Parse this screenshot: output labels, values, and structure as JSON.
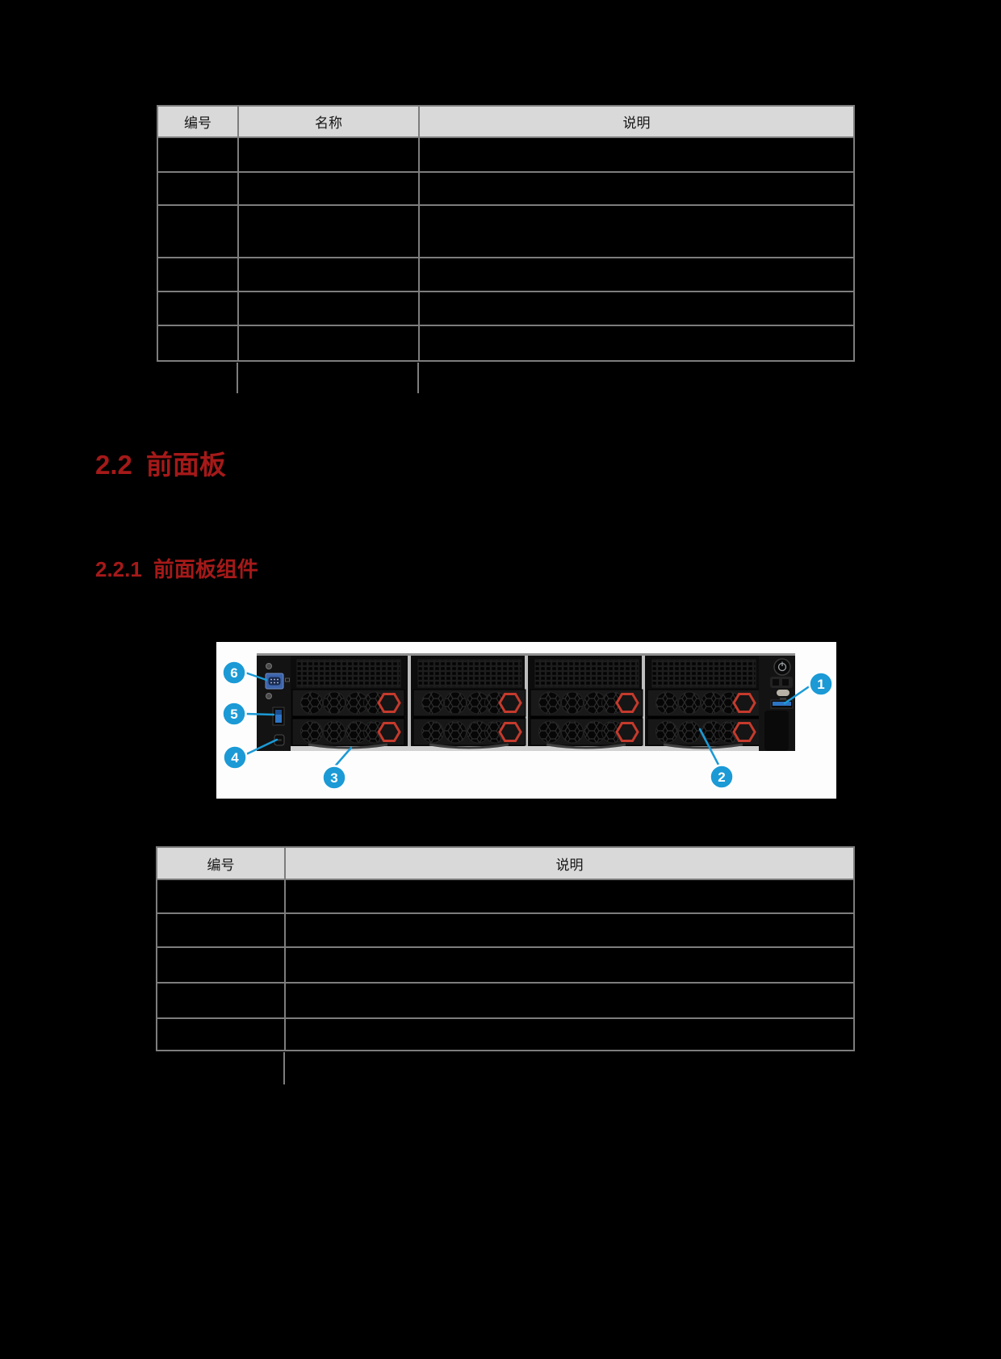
{
  "document": {
    "component_table": {
      "headers": [
        "编号",
        "名称",
        "说明"
      ],
      "rows": [
        [
          "",
          "",
          ""
        ],
        [
          "",
          "",
          ""
        ],
        [
          "",
          "",
          ""
        ],
        [
          "",
          "",
          ""
        ],
        [
          "",
          "",
          ""
        ],
        [
          "",
          "",
          ""
        ]
      ]
    },
    "section_heading": {
      "number": "2.2",
      "title": "前面板"
    },
    "subsection_heading": {
      "number": "2.2.1",
      "title": "前面板组件"
    },
    "front_panel_figure": {
      "description": "2U server front view with 8 drive bays and numbered callouts",
      "callouts": [
        {
          "label": "1"
        },
        {
          "label": "2"
        },
        {
          "label": "3"
        },
        {
          "label": "4"
        },
        {
          "label": "5"
        },
        {
          "label": "6"
        }
      ]
    },
    "front_panel_table": {
      "headers": [
        "编号",
        "说明"
      ],
      "rows": [
        [
          "",
          ""
        ],
        [
          "",
          ""
        ],
        [
          "",
          ""
        ],
        [
          "",
          ""
        ],
        [
          "",
          ""
        ]
      ]
    }
  },
  "colors": {
    "page_background": "#000000",
    "heading_red": "#A51919",
    "table_header_bg": "#D9D9D9",
    "table_border": "#7D7D7D",
    "callout_blue": "#1B9AD6",
    "drive_ring_red": "#C53A2C",
    "vga_port_blue": "#3C64AB",
    "usb_port_blue": "#2D74C4"
  }
}
